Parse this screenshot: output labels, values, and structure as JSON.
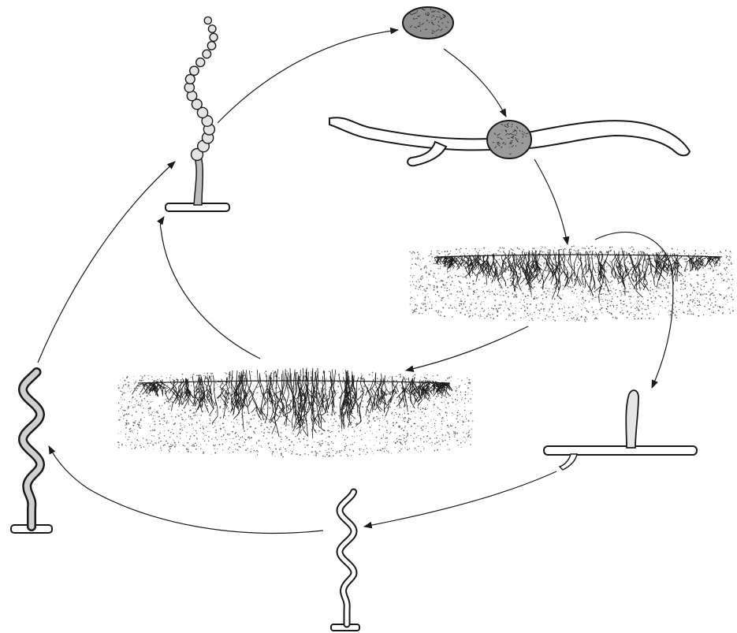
{
  "diagram": {
    "kind": "life-cycle",
    "labels": [],
    "colors": {
      "ink": "#1a1a1a",
      "paper": "#ffffff",
      "stipple": "#6a6a6a",
      "shade": "#9a9a9a"
    },
    "stages": [
      {
        "id": "spore-chain",
        "icon": "spore-chain-on-hypha"
      },
      {
        "id": "spore",
        "icon": "single-spore"
      },
      {
        "id": "germination",
        "icon": "germinating-spore-with-hyphae"
      },
      {
        "id": "mycelium-upper",
        "icon": "spreading-mycelium-on-substrate"
      },
      {
        "id": "aerial-hypha",
        "icon": "young-aerial-hypha"
      },
      {
        "id": "coil-bottom",
        "icon": "coiling-aerial-hypha"
      },
      {
        "id": "coil-left",
        "icon": "coiling-aerial-hypha"
      },
      {
        "id": "mycelium-lower",
        "icon": "dense-mycelium-colony"
      }
    ],
    "arrows": [
      {
        "from": "spore-chain",
        "to": "spore"
      },
      {
        "from": "spore",
        "to": "germination"
      },
      {
        "from": "germination",
        "to": "mycelium-upper"
      },
      {
        "from": "mycelium-upper",
        "to": "aerial-hypha"
      },
      {
        "from": "aerial-hypha",
        "to": "coil-bottom"
      },
      {
        "from": "coil-bottom",
        "to": "coil-left"
      },
      {
        "from": "coil-left",
        "to": "spore-chain"
      },
      {
        "from": "mycelium-upper",
        "to": "mycelium-lower"
      },
      {
        "from": "mycelium-lower",
        "to": "spore-chain"
      }
    ]
  }
}
